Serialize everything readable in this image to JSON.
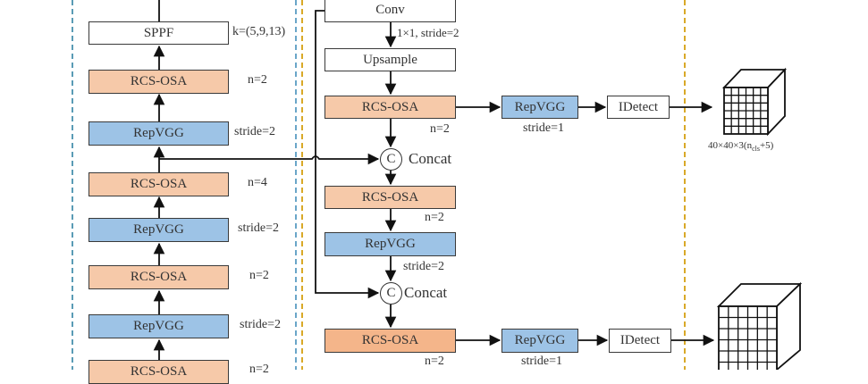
{
  "colors": {
    "rcs_osa_fill": "#f6c9a9",
    "rcs_osa_fill_dark": "#f4b58a",
    "repvgg_fill": "#9dc3e6",
    "plain_fill": "#ffffff",
    "backbone_divider": "#5a9bb5",
    "neck_divider_blue": "#6aa6c8",
    "neck_divider_yellow": "#d9a928"
  },
  "backbone": {
    "blocks": [
      {
        "label": "SPPF",
        "param": "k=(5,9,13)"
      },
      {
        "label": "RCS-OSA",
        "param": "n=2"
      },
      {
        "label": "RepVGG",
        "param": "stride=2"
      },
      {
        "label": "RCS-OSA",
        "param": "n=4"
      },
      {
        "label": "RepVGG",
        "param": "stride=2"
      },
      {
        "label": "RCS-OSA",
        "param": "n=2"
      },
      {
        "label": "RepVGG",
        "param": "stride=2"
      },
      {
        "label": "RCS-OSA",
        "param": "n=2"
      }
    ]
  },
  "neck": {
    "conv": {
      "label": "Conv",
      "param": "1×1, stride=2"
    },
    "upsample": {
      "label": "Upsample"
    },
    "rcs_osa_1": {
      "label": "RCS-OSA",
      "param": "n=2"
    },
    "concat_1": {
      "symbol": "C",
      "label": "Concat"
    },
    "rcs_osa_2": {
      "label": "RCS-OSA",
      "param": "n=2"
    },
    "repvgg": {
      "label": "RepVGG",
      "param": "stride=2"
    },
    "concat_2": {
      "symbol": "C",
      "label": "Concat"
    },
    "rcs_osa_3": {
      "label": "RCS-OSA",
      "param": "n=2"
    }
  },
  "heads": [
    {
      "repvgg_label": "RepVGG",
      "repvgg_param": "stride=1",
      "detect_label": "IDetect",
      "output_shape": "40×40×3(n",
      "output_sub": "cls",
      "output_tail": "+5)"
    },
    {
      "repvgg_label": "RepVGG",
      "repvgg_param": "stride=1",
      "detect_label": "IDetect"
    }
  ]
}
